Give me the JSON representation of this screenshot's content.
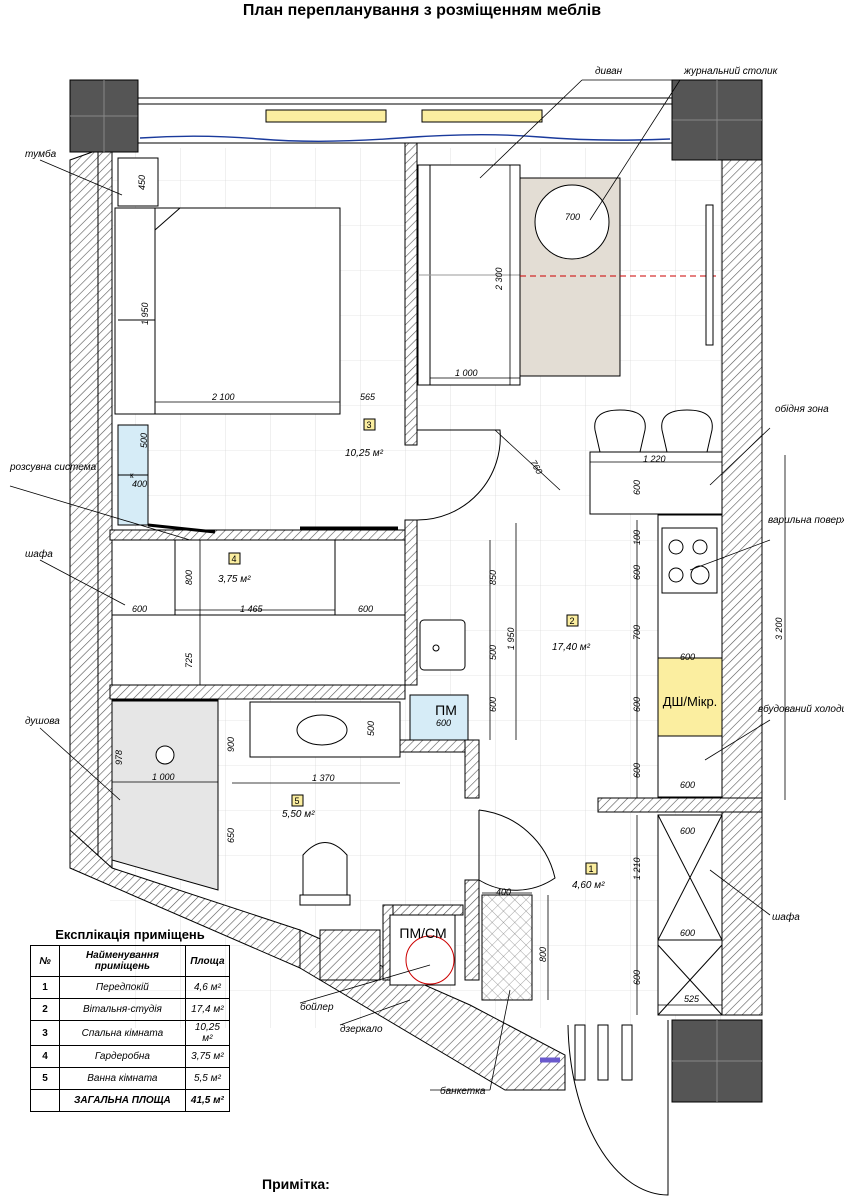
{
  "title": "План перепланування з розміщенням меблів",
  "note_label": "Примітка:",
  "table": {
    "title": "Експлікація приміщень",
    "headers": [
      "№",
      "Найменування приміщень",
      "Площа"
    ],
    "rows": [
      {
        "n": "1",
        "name": "Передпокій",
        "area": "4,6 м²"
      },
      {
        "n": "2",
        "name": "Вітальня-студія",
        "area": "17,4 м²"
      },
      {
        "n": "3",
        "name": "Спальна кімната",
        "area": "10,25 м²"
      },
      {
        "n": "4",
        "name": "Гардеробна",
        "area": "3,75 м²"
      },
      {
        "n": "5",
        "name": "Ванна кімната",
        "area": "5,5 м²"
      }
    ],
    "total_label": "ЗАГАЛЬНА ПЛОЩА",
    "total_area": "41,5 м²"
  },
  "callouts": {
    "sofa": "диван",
    "coffee_table": "журнальний столик",
    "nightstand": "тумба",
    "sliding": "розсувна система",
    "wardrobe_left": "шафа",
    "shower": "душова",
    "dining": "обідня зона",
    "cooktop": "варильна поверхня",
    "fridge": "вбудований холодильник",
    "wardrobe_right": "шафа",
    "boiler": "бойлер",
    "mirror": "дзеркало",
    "bench": "банкетка"
  },
  "rooms": {
    "r1": {
      "num": "1",
      "area": "4,60 м²"
    },
    "r2": {
      "num": "2",
      "area": "17,40 м²"
    },
    "r3": {
      "num": "3",
      "area": "10,25 м²"
    },
    "r4": {
      "num": "4",
      "area": "3,75 м²"
    },
    "r5": {
      "num": "5",
      "area": "5,50 м²"
    }
  },
  "appliances": {
    "dishwasher": "ДШ/Мікр.",
    "pm": "ПМ",
    "pmsm": "ПМ/СМ",
    "k": "к"
  },
  "dims": {
    "d450": "450",
    "d1950a": "1 950",
    "d2100": "2 100",
    "d565": "565",
    "d500a": "500",
    "d400a": "400",
    "d800a": "800",
    "d600a": "600",
    "d1465": "1 465",
    "d600b": "600",
    "d725": "725",
    "d2300": "2 300",
    "d700a": "700",
    "d1000a": "1 000",
    "d760": "760",
    "d1220": "1 220",
    "d600c": "600",
    "d100": "100",
    "d600d": "600",
    "d700b": "700",
    "d600e": "600",
    "d600f": "600",
    "d600g": "600",
    "d600h": "600",
    "d3200": "3 200",
    "d850": "850",
    "d1950b": "1 950",
    "d500b": "500",
    "d600i": "600",
    "d600pm": "600",
    "d978": "978",
    "d1000b": "1 000",
    "d900": "900",
    "d1370": "1 370",
    "d500c": "500",
    "d650": "650",
    "d600j": "600",
    "d1210": "1 210",
    "d600k": "600",
    "d600l": "600",
    "d525": "525",
    "d400b": "400",
    "d800b": "800"
  },
  "colors": {
    "wall_hatch": "#555555",
    "column": "#555555",
    "rug": "#e3ddd4",
    "appliance_yellow": "#fbeea0",
    "room_tag": "#fbeea0",
    "glass_blue": "#d6ecf7",
    "shower_tray": "#e6e6e6",
    "window_line": "#1a3a9c"
  }
}
